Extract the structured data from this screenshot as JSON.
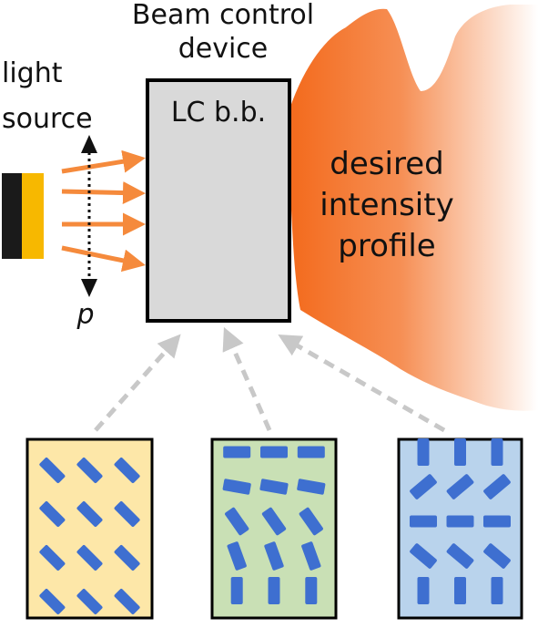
{
  "labels": {
    "device_line1": "Beam control",
    "device_line2": "device",
    "light_line1": "light",
    "light_line2": "source",
    "polarization": "p",
    "lc_box": "LC b.b.",
    "profile_line1": "desired",
    "profile_line2": "intensity",
    "profile_line3": "profile"
  },
  "colors": {
    "beam_arrows": "#f58a3c",
    "profile_orange": "#f36a1c",
    "lc_box_fill": "#d9d9d9",
    "panel_yellow": "#fde7a8",
    "panel_green": "#c9e0b5",
    "panel_blue": "#b9d3ec",
    "molecule_blue": "#3e6fd0",
    "feedback_arrows": "#c8c8c8",
    "source_black": "#1a1a1a",
    "source_yellow": "#f7b800"
  },
  "icons": [
    "light-source-icon",
    "polarization-arrow-icon",
    "beam-arrow-icon",
    "feedback-arrow-icon"
  ],
  "panels": [
    {
      "name": "lc-pattern-diagonal",
      "rows": [
        [
          -45,
          -45,
          -45
        ],
        [
          -45,
          -45,
          -45
        ],
        [
          -45,
          -45,
          -45
        ],
        [
          -45,
          -45,
          -45
        ]
      ]
    },
    {
      "name": "lc-pattern-twisted",
      "rows": [
        [
          0,
          0,
          0
        ],
        [
          -10,
          -10,
          -10
        ],
        [
          -55,
          -55,
          -55
        ],
        [
          -70,
          -70,
          -70
        ],
        [
          -90,
          -90,
          -90
        ]
      ]
    },
    {
      "name": "lc-pattern-periodic",
      "rows": [
        [
          90,
          90,
          90
        ],
        [
          40,
          40,
          40
        ],
        [
          0,
          0,
          0
        ],
        [
          -40,
          -40,
          -40
        ],
        [
          -90,
          -90,
          -90
        ]
      ]
    }
  ]
}
